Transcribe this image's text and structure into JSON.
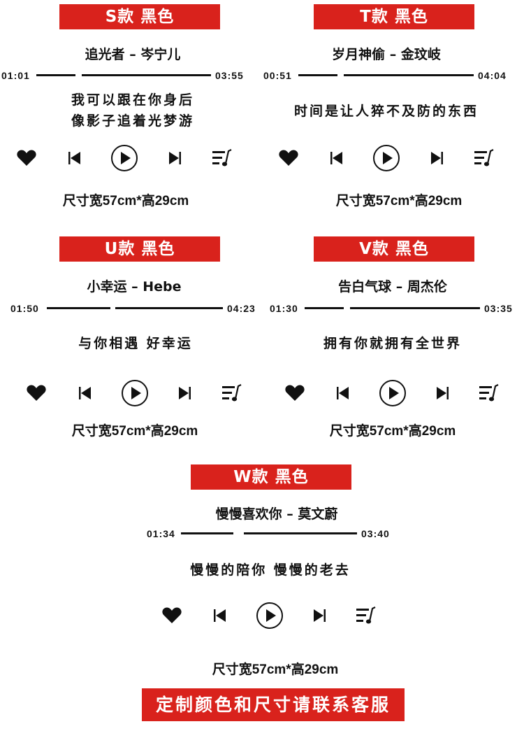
{
  "brand_color": "#d9221c",
  "cards": [
    {
      "banner": "S款 黑色",
      "song": "追光者 – 岑宁儿",
      "time_elapsed": "01:01",
      "time_total": "03:55",
      "lyrics": [
        "我可以跟在你身后",
        "像影子追着光梦游"
      ],
      "size": "尺寸宽57cm*高29cm"
    },
    {
      "banner": "T款 黑色",
      "song": "岁月神偷 – 金玟岐",
      "time_elapsed": "00:51",
      "time_total": "04:04",
      "lyrics": [
        "时间是让人猝不及防的东西"
      ],
      "size": "尺寸宽57cm*高29cm"
    },
    {
      "banner": "U款 黑色",
      "song": "小幸运 – Hebe",
      "time_elapsed": "01:50",
      "time_total": "04:23",
      "lyrics": [
        "与你相遇 好幸运"
      ],
      "size": "尺寸宽57cm*高29cm"
    },
    {
      "banner": "V款 黑色",
      "song": "告白气球 – 周杰伦",
      "time_elapsed": "01:30",
      "time_total": "03:35",
      "lyrics": [
        "拥有你就拥有全世界"
      ],
      "size": "尺寸宽57cm*高29cm"
    },
    {
      "banner": "W款 黑色",
      "song": "慢慢喜欢你 – 莫文蔚",
      "time_elapsed": "01:34",
      "time_total": "03:40",
      "lyrics": [
        "慢慢的陪你 慢慢的老去"
      ],
      "size": "尺寸宽57cm*高29cm"
    }
  ],
  "controls_icons": [
    "heart-icon",
    "previous-icon",
    "play-icon",
    "next-icon",
    "playlist-icon"
  ],
  "footer": "定制颜色和尺寸请联系客服"
}
